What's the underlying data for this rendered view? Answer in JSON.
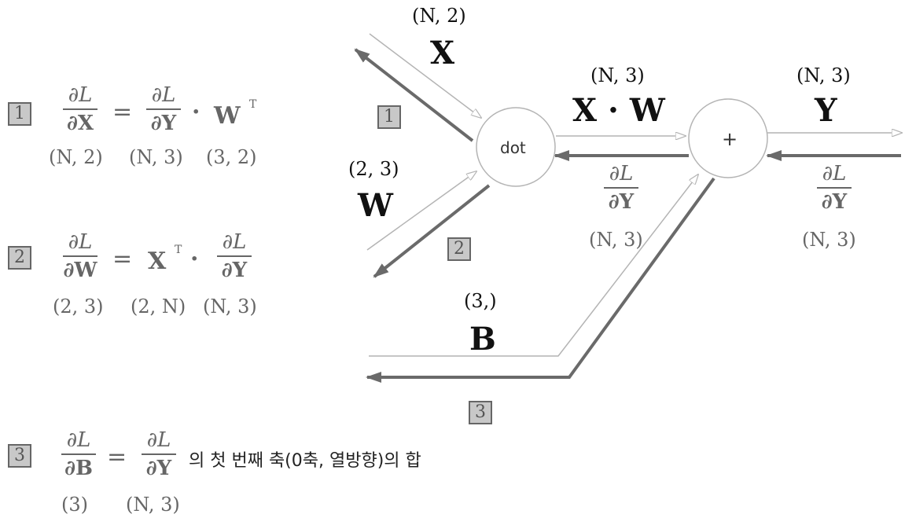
{
  "graph": {
    "dot_node_label": "dot",
    "add_node_label": "+",
    "x_label": "X",
    "x_shape": "(N, 2)",
    "w_label": "W",
    "w_shape": "(2, 3)",
    "xw_label": "X · W",
    "xw_shape": "(N, 3)",
    "y_label": "Y",
    "y_shape": "(N, 3)",
    "b_label": "B",
    "b_shape": "(3,)",
    "grad_num": "∂L",
    "grad_den": "∂Y",
    "grad_mid_shape": "(N, 3)",
    "grad_right_shape": "(N, 3)",
    "box1": "1",
    "box2": "2",
    "box3": "3"
  },
  "eq1": {
    "box": "1",
    "lhs_num": "∂L",
    "lhs_den": "∂X",
    "equals": "=",
    "rhs_num": "∂L",
    "rhs_den": "∂Y",
    "dot": "·",
    "matrix": "W",
    "sup": "T",
    "shape_lhs": "(N, 2)",
    "shape_mid": "(N, 3)",
    "shape_rhs": "(3, 2)"
  },
  "eq2": {
    "box": "2",
    "lhs_num": "∂L",
    "lhs_den": "∂W",
    "equals": "=",
    "matrix": "X",
    "sup": "T",
    "dot": "·",
    "rhs_num": "∂L",
    "rhs_den": "∂Y",
    "shape_lhs": "(2, 3)",
    "shape_mid": "(2, N)",
    "shape_rhs": "(N, 3)"
  },
  "eq3": {
    "box": "3",
    "lhs_num": "∂L",
    "lhs_den": "∂B",
    "equals": "=",
    "rhs_num": "∂L",
    "rhs_den": "∂Y",
    "note": "의 첫 번째 축(0축, 열방향)의 합",
    "shape_lhs": "(3)",
    "shape_rhs": "(N, 3)"
  },
  "colors": {
    "forward_arrow": "#b4b4b4",
    "backward_arrow": "#6a6a6a",
    "node_border": "#b4b4b4",
    "box_fill": "#c8c8c8",
    "box_border": "#666666"
  }
}
